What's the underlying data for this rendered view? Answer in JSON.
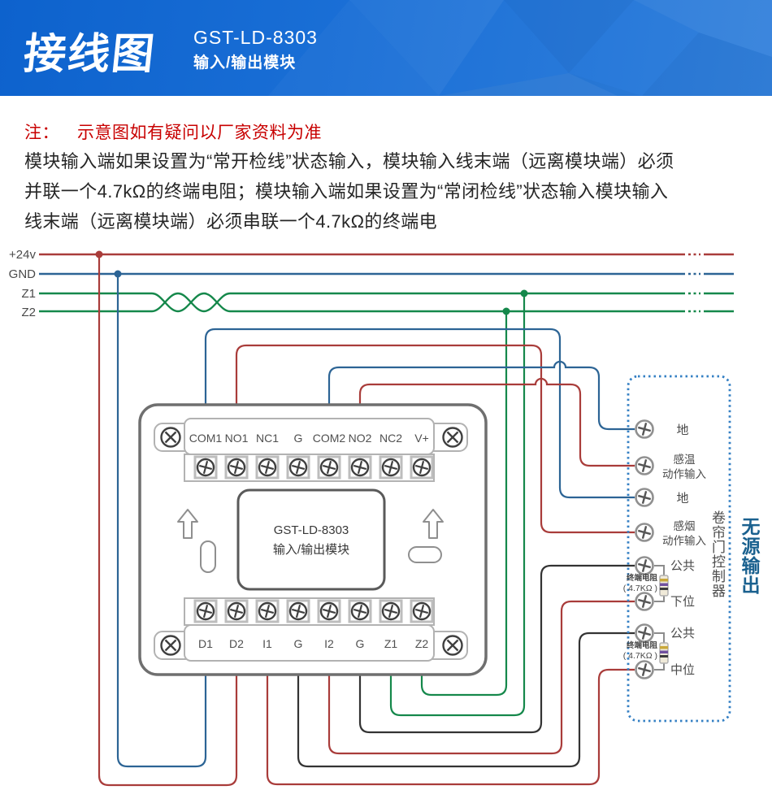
{
  "header": {
    "title": "接线图",
    "model": "GST-LD-8303",
    "subtitle": "输入/输出模块"
  },
  "note": {
    "prefix": "注：",
    "warning": "示意图如有疑问以厂家资料为准",
    "body_lines": [
      "模块输入端如果设置为“常开检线”状态输入，模块输入线末端（远离模块端）必须",
      "并联一个4.7kΩ的终端电阻；模块输入端如果设置为“常闭检线”状态输入模块输入",
      "线末端（远离模块端）必须串联一个4.7kΩ的终端电"
    ]
  },
  "bus": {
    "labels": [
      "+24v",
      "GND",
      "Z1",
      "Z2"
    ]
  },
  "module": {
    "name_line1": "GST-LD-8303",
    "name_line2": "输入/输出模块",
    "top_terminals": [
      "COM1",
      "NO1",
      "NC1",
      "G",
      "COM2",
      "NO2",
      "NC2",
      "V+"
    ],
    "bottom_terminals": [
      "D1",
      "D2",
      "I1",
      "G",
      "I2",
      "G",
      "Z1",
      "Z2"
    ]
  },
  "controller": {
    "name": "卷帘门控制器",
    "output_label": "无源输出",
    "terminals": [
      {
        "label": "地"
      },
      {
        "label": "感温",
        "label2": "动作输入"
      },
      {
        "label": "地"
      },
      {
        "label": "感烟",
        "label2": "动作输入"
      },
      {
        "label": "公共"
      },
      {
        "label": "下位"
      },
      {
        "label": "公共"
      },
      {
        "label": "中位"
      }
    ]
  },
  "resistor": {
    "line1": "终端电阻",
    "line2": "( 4.7KΩ )"
  },
  "colors": {
    "header_blue_left": "#0d62cd",
    "header_blue_right": "#3381dc",
    "note_red": "#c80000",
    "wire_red": "#a93c3a",
    "wire_blue": "#2c6495",
    "wire_green": "#15884b",
    "wire_black": "#333333",
    "controller_border_blue": "#3580c4",
    "output_label_blue": "#1a618f"
  }
}
